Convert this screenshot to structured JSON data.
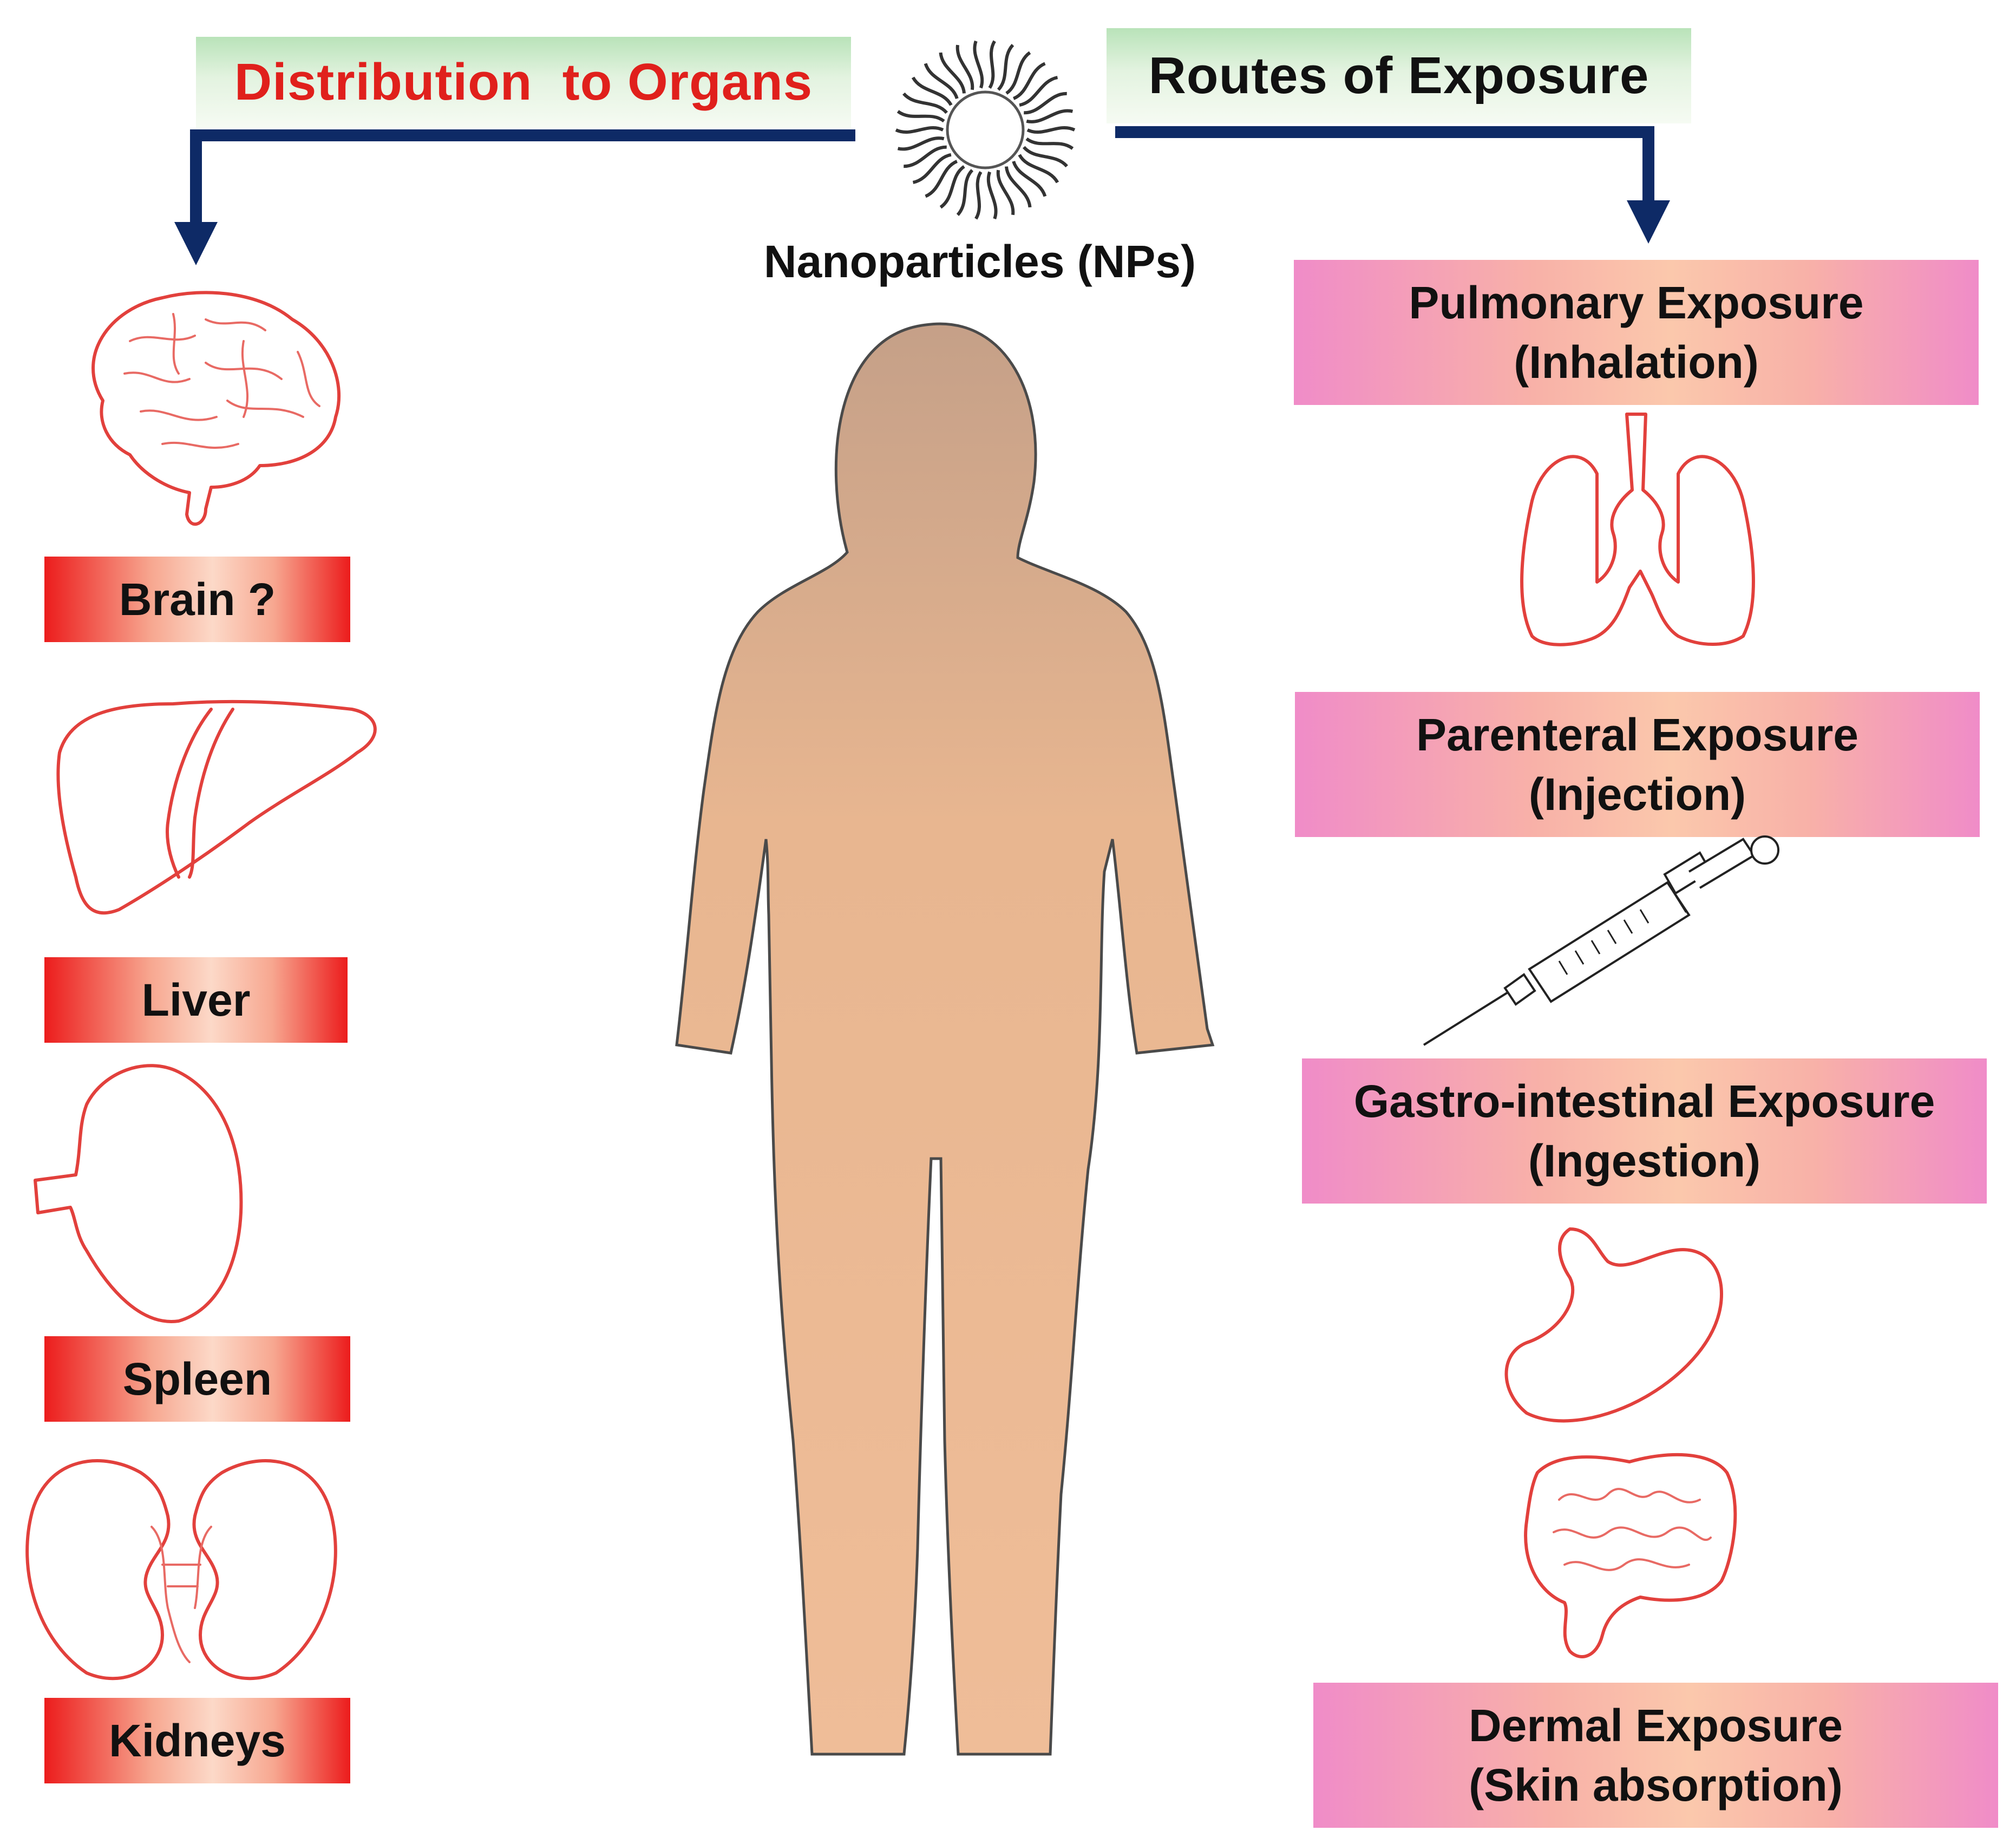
{
  "header": {
    "distribution_title": "Distribution  to Organs",
    "routes_title": "Routes of Exposure",
    "nanoparticle_label": "Nanoparticles (NPs)"
  },
  "organs": [
    {
      "label": "Brain ?",
      "icon": "brain-icon"
    },
    {
      "label": "Liver",
      "icon": "liver-icon"
    },
    {
      "label": "Spleen",
      "icon": "spleen-icon"
    },
    {
      "label": "Kidneys",
      "icon": "kidneys-icon"
    }
  ],
  "routes": [
    {
      "line1": "Pulmonary Exposure",
      "line2": "(Inhalation)",
      "icon": "lungs-icon"
    },
    {
      "line1": "Parenteral Exposure",
      "line2": "(Injection)",
      "icon": "syringe-icon"
    },
    {
      "line1": "Gastro-intestinal Exposure",
      "line2": "(Ingestion)",
      "icon": "stomach-intestine-icon"
    },
    {
      "line1": "Dermal Exposure",
      "line2": "(Skin absorption)",
      "icon": "body-silhouette"
    }
  ],
  "colors": {
    "distribution_text": "#e0201c",
    "routes_text": "#111111",
    "arrow": "#0e2a66",
    "organ_stroke": "#e2403c",
    "body_fill": "#d9a07a"
  }
}
